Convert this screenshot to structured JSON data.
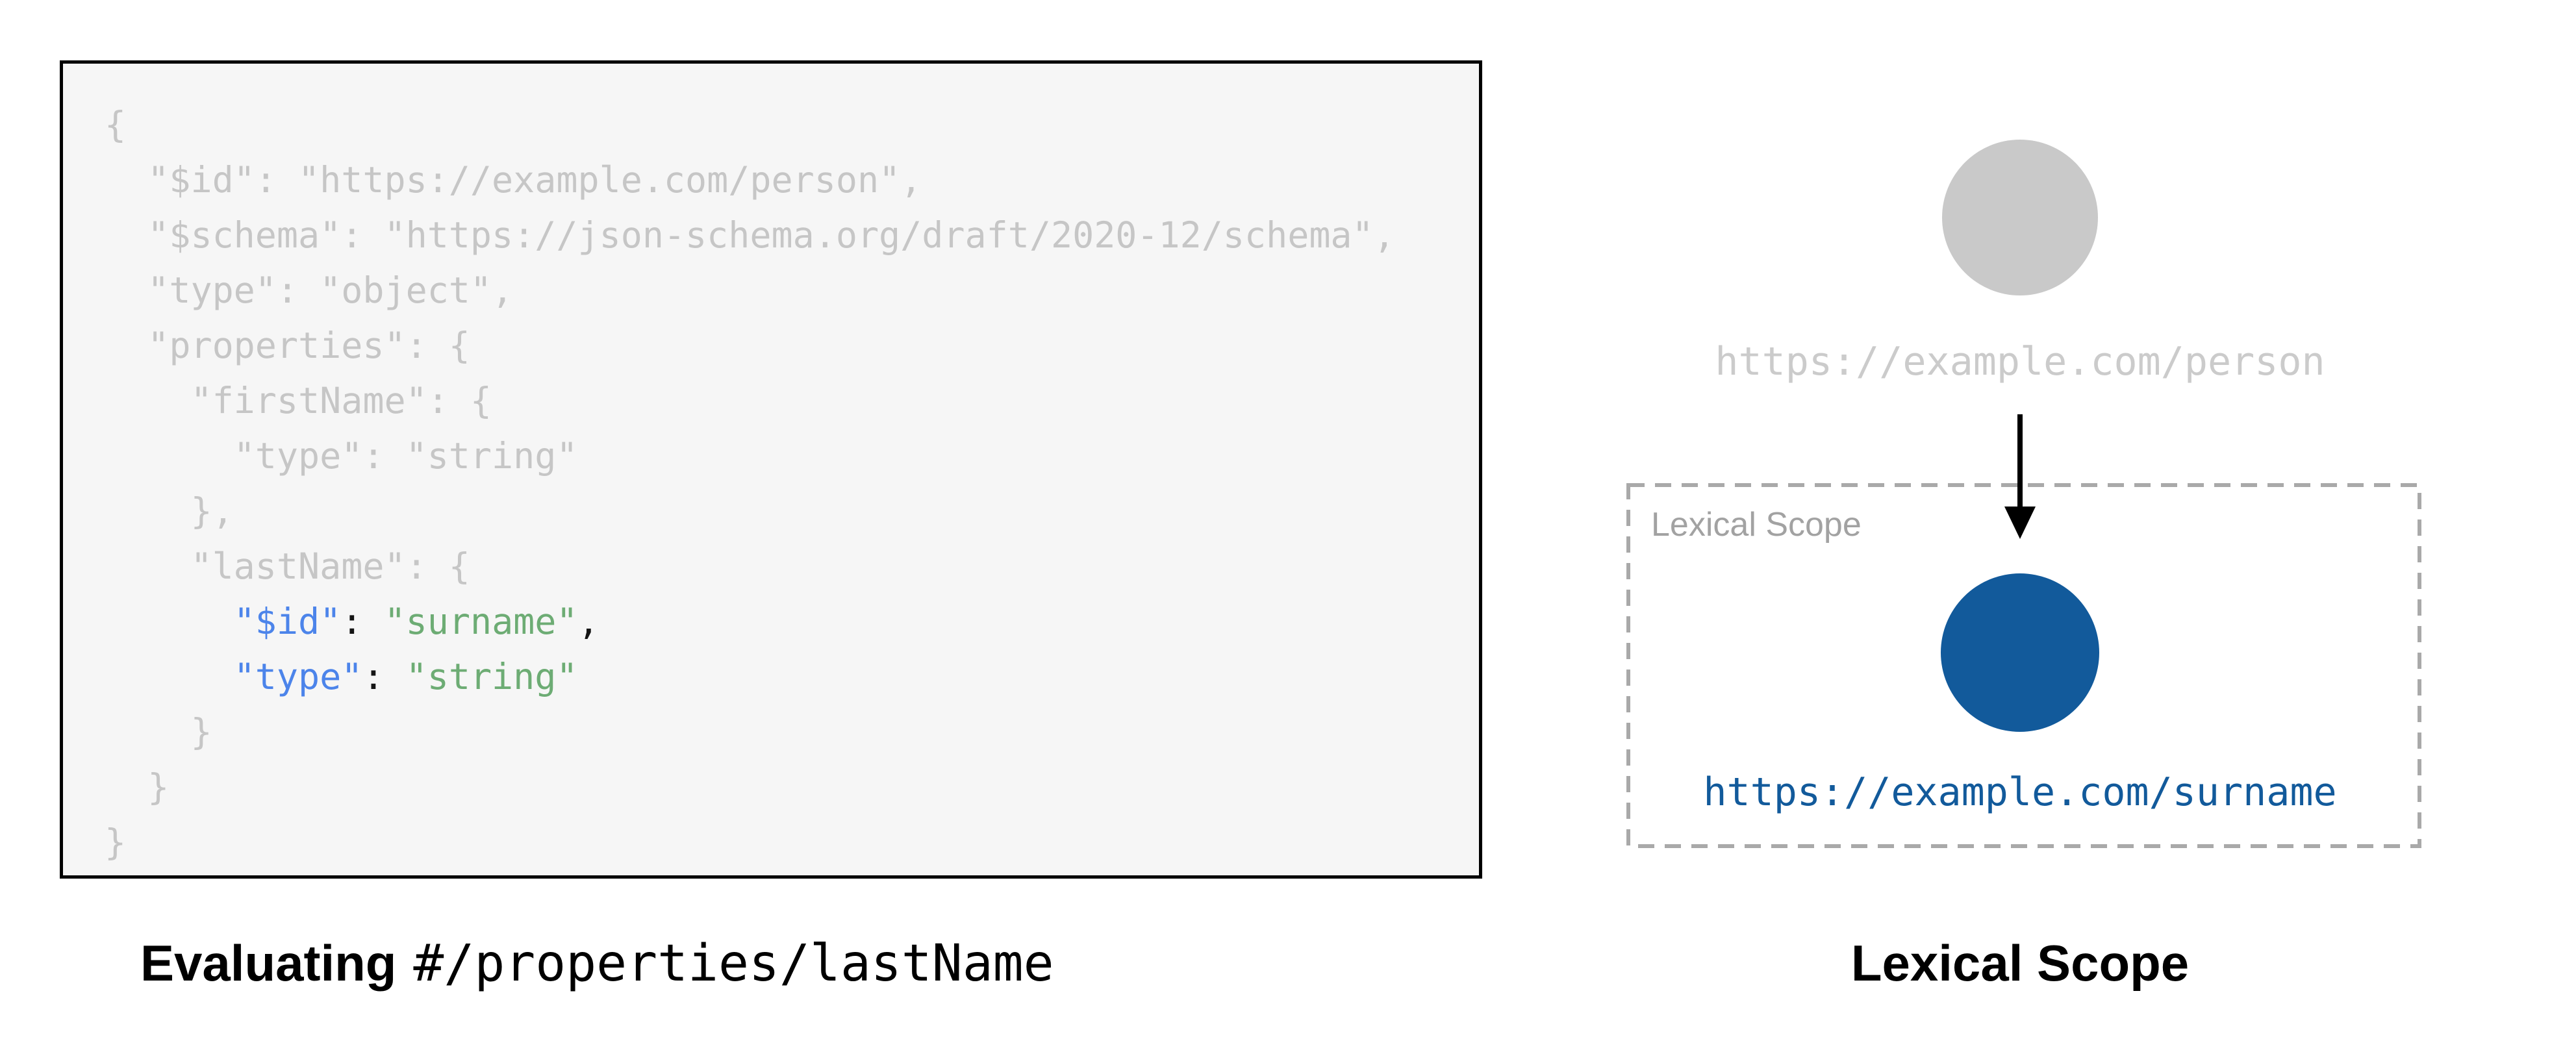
{
  "colors": {
    "code_bg": "#f6f6f6",
    "code_border": "#000000",
    "muted": "#c6c6c6",
    "punct": "#141414",
    "blue": "#4c84ea",
    "green": "#6dac74",
    "circle_gray": "#c9c9c9",
    "gray_label": "#cbcbcb",
    "circle_blue": "#125a9b",
    "blue_label": "#125a9b",
    "scope_border": "#a9a9a9",
    "scope_label": "#a2a2a2",
    "arrow": "#000000"
  },
  "code_panel": {
    "lines": [
      {
        "segments": [
          {
            "t": "{",
            "c": "muted"
          }
        ]
      },
      {
        "segments": [
          {
            "t": "  \"$id\": \"https://example.com/person\",",
            "c": "muted"
          }
        ]
      },
      {
        "segments": [
          {
            "t": "  \"$schema\": \"https://json-schema.org/draft/2020-12/schema\",",
            "c": "muted"
          }
        ]
      },
      {
        "segments": [
          {
            "t": "  \"type\": \"object\",",
            "c": "muted"
          }
        ]
      },
      {
        "segments": [
          {
            "t": "  \"properties\": {",
            "c": "muted"
          }
        ]
      },
      {
        "segments": [
          {
            "t": "    \"firstName\": {",
            "c": "muted"
          }
        ]
      },
      {
        "segments": [
          {
            "t": "      \"type\": \"string\"",
            "c": "muted"
          }
        ]
      },
      {
        "segments": [
          {
            "t": "    },",
            "c": "muted"
          }
        ]
      },
      {
        "segments": [
          {
            "t": "    \"lastName\": {",
            "c": "muted"
          }
        ]
      },
      {
        "segments": [
          {
            "t": "      ",
            "c": "muted"
          },
          {
            "t": "\"$id\"",
            "c": "blue"
          },
          {
            "t": ": ",
            "c": "punct"
          },
          {
            "t": "\"surname\"",
            "c": "green"
          },
          {
            "t": ",",
            "c": "punct"
          }
        ]
      },
      {
        "segments": [
          {
            "t": "      ",
            "c": "muted"
          },
          {
            "t": "\"type\"",
            "c": "blue"
          },
          {
            "t": ": ",
            "c": "punct"
          },
          {
            "t": "\"string\"",
            "c": "green"
          }
        ]
      },
      {
        "segments": [
          {
            "t": "    }",
            "c": "muted"
          }
        ]
      },
      {
        "segments": [
          {
            "t": "  }",
            "c": "muted"
          }
        ]
      },
      {
        "segments": [
          {
            "t": "}",
            "c": "muted"
          }
        ]
      }
    ]
  },
  "left_caption": {
    "bold": "Evaluating",
    "mono": "#/properties/lastName"
  },
  "right_caption": {
    "text": "Lexical Scope"
  },
  "diagram": {
    "parent_label": "https://example.com/person",
    "scope_box_label": "Lexical Scope",
    "child_label": "https://example.com/surname"
  }
}
